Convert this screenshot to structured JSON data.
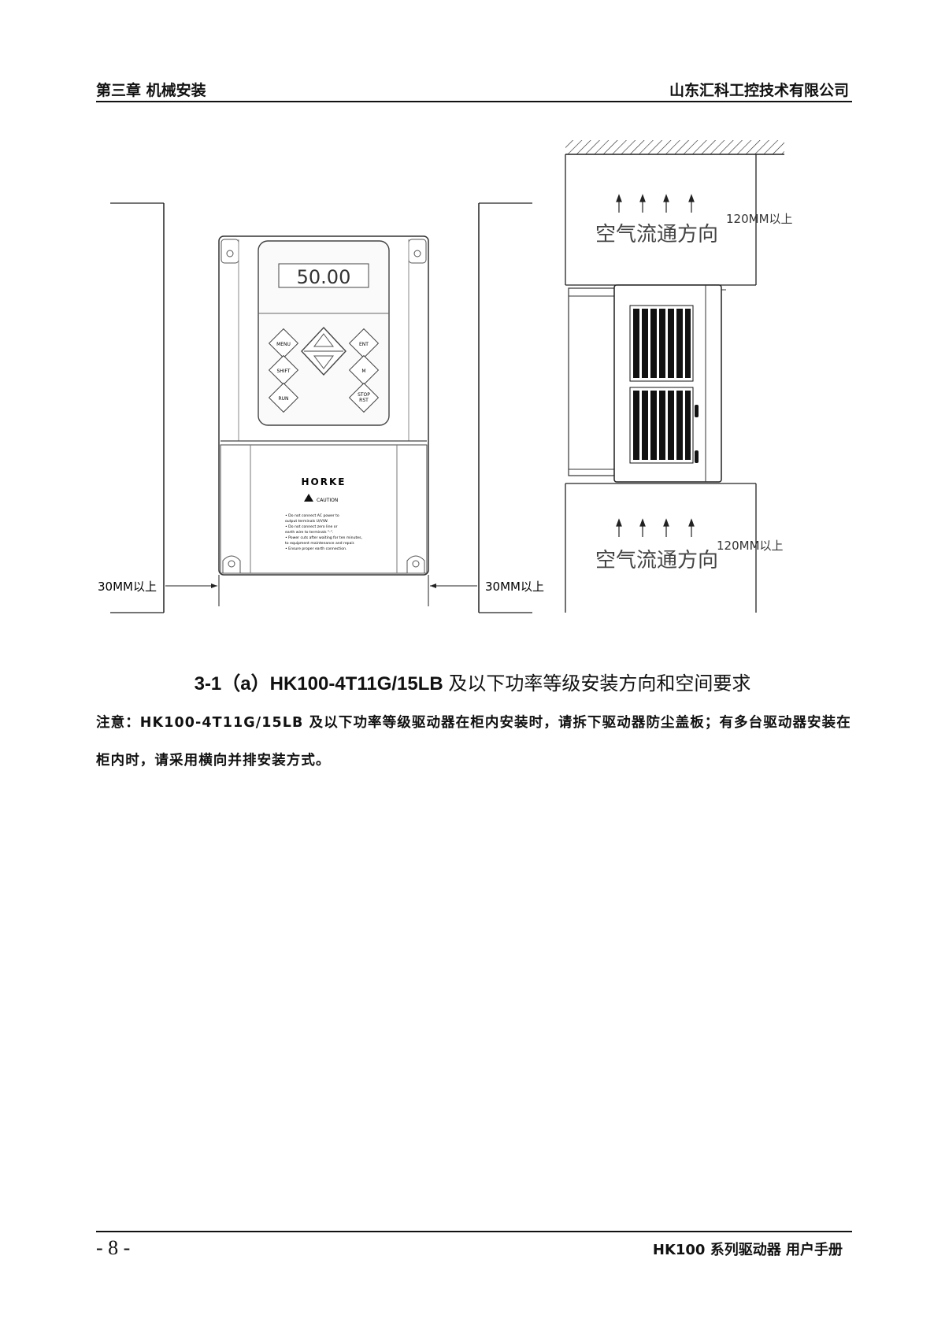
{
  "header": {
    "chapter": "第三章  机械安装",
    "company": "山东汇科工控技术有限公司"
  },
  "figure": {
    "left_clearance_label": "30MM以上",
    "right_clearance_label": "30MM以上",
    "top_clearance_label": "120MM以上",
    "bottom_clearance_label": "120MM以上",
    "airflow_label_top": "空气流通方向",
    "airflow_label_bottom": "空气流通方向",
    "display_value": "50.00",
    "keys": {
      "menu": "MENU",
      "ent": "ENT",
      "shift": "SHIFT",
      "m": "M",
      "run": "RUN",
      "stop_line1": "STOP",
      "stop_line2": "RST"
    },
    "brand": "HORKE",
    "caution_title": "CAUTION",
    "caution_lines": [
      "• Do not connect AC power to",
      "  output terminals U/V/W.",
      "• Do not connect zero line or",
      "  earth wire to terminals \"-\".",
      "• Power cuts after waiting for ten minutes,",
      "  to equipment maintenance and repair.",
      "• Ensure proper earth connection."
    ]
  },
  "caption": {
    "prefix": "3-1（a）HK100-4T11G/15LB ",
    "suffix": "及以下功率等级安装方向和空间要求"
  },
  "note": {
    "text": "注意：HK100-4T11G/15LB 及以下功率等级驱动器在柜内安装时，请拆下驱动器防尘盖板；有多台驱动器安装在柜内时，请采用横向并排安装方式。"
  },
  "footer": {
    "page_number": "- 8 -",
    "manual_title": "HK100 系列驱动器  用户手册"
  }
}
